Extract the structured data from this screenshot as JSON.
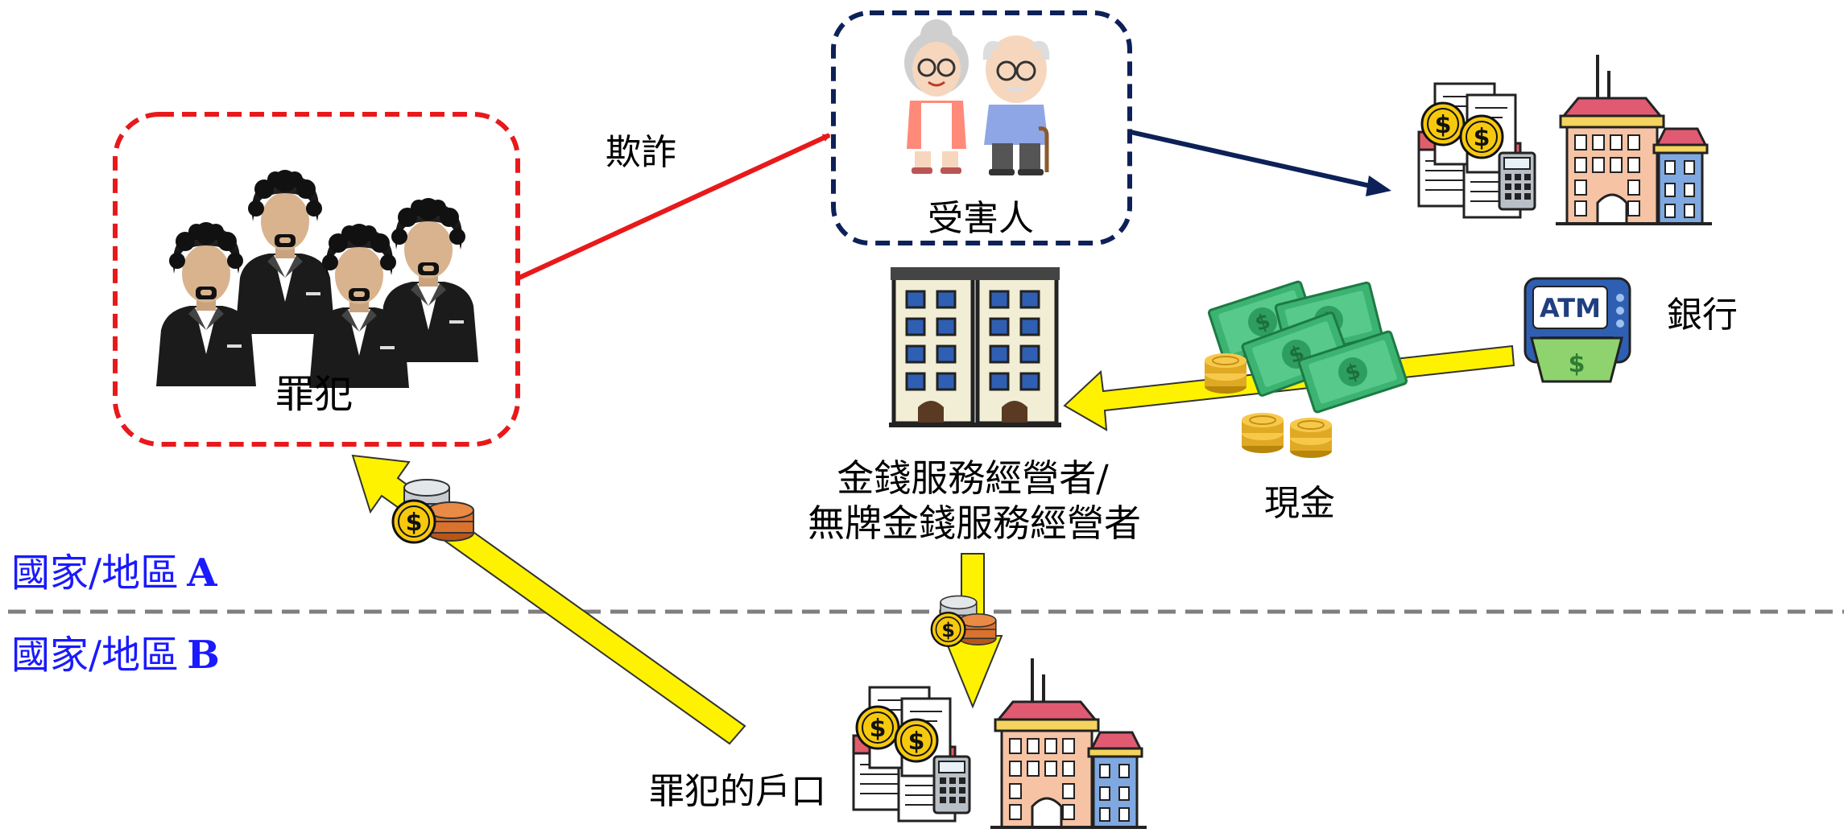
{
  "labels": {
    "criminals": "罪犯",
    "fraud": "欺詐",
    "victims": "受害人",
    "bank": "銀行",
    "cash": "現金",
    "msp_line1": "金錢服務經營者/",
    "msp_line2": "無牌金錢服務經營者",
    "criminal_account": "罪犯的戶口",
    "atm_text": "ATM"
  },
  "regions": {
    "a_prefix": "國家/地區",
    "a_letter": "A",
    "b_prefix": "國家/地區",
    "b_letter": "B"
  },
  "icons": [
    "criminals-group-icon",
    "elderly-couple-icon",
    "bank-building-icon",
    "atm-icon",
    "cash-money-icon",
    "office-towers-icon",
    "coins-icon"
  ],
  "colors": {
    "criminals_border": "#e8191b",
    "victims_border": "#0d2158",
    "fraud_arrow": "#e8191b",
    "victims_arrow": "#0d2158",
    "money_arrow": "#fff200",
    "region_text": "#1a1aff",
    "divider": "#7f7f7f"
  }
}
